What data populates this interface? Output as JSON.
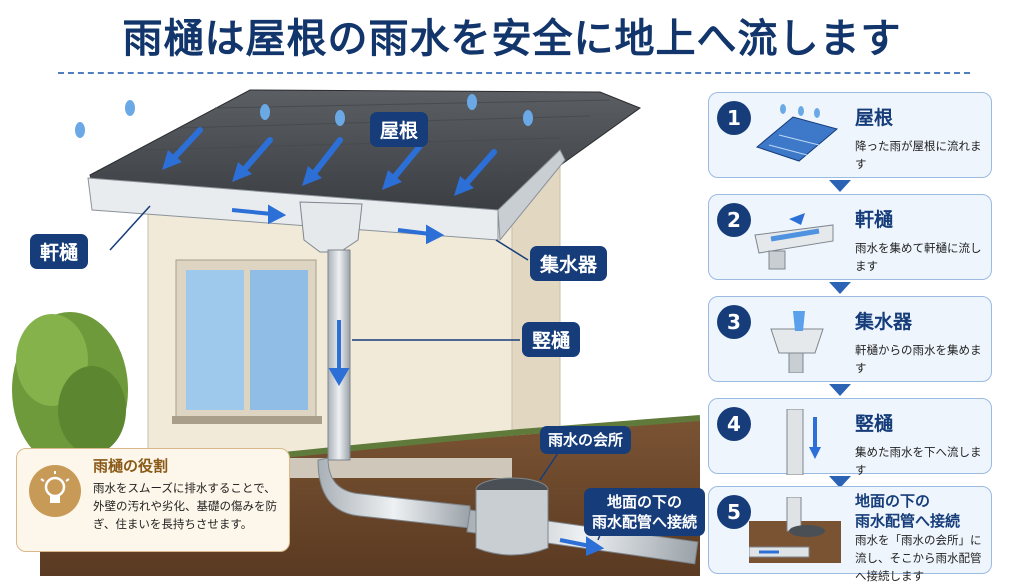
{
  "title": "雨樋は屋根の雨水を安全に地上へ流します",
  "labels": {
    "roof": "屋根",
    "eaves_gutter": "軒樋",
    "collector": "集水器",
    "downspout": "竪樋",
    "catch_basin": "雨水の会所",
    "underground": "地面の下の\n雨水配管へ接続"
  },
  "role": {
    "title": "雨樋の役割",
    "text": "雨水をスムーズに排水することで、外壁の汚れや劣化、基礎の傷みを防ぎ、住まいを長持ちさせます。",
    "icon": "lightbulb-icon"
  },
  "steps": [
    {
      "number": "1",
      "title": "屋根",
      "desc": "降った雨が屋根に流れます",
      "icon": "roof-icon"
    },
    {
      "number": "2",
      "title": "軒樋",
      "desc": "雨水を集めて軒樋に流します",
      "icon": "gutter-icon"
    },
    {
      "number": "3",
      "title": "集水器",
      "desc": "軒樋からの雨水を集めます",
      "icon": "collector-icon"
    },
    {
      "number": "4",
      "title": "竪樋",
      "desc": "集めた雨水を下へ流します",
      "icon": "downspout-icon"
    },
    {
      "number": "5",
      "title": "地面の下の\n雨水配管へ接続",
      "desc": "雨水を「雨水の会所」に流し、そこから雨水配管へ接続します",
      "icon": "pipe-connection-icon"
    }
  ],
  "colors": {
    "navy": "#163d7a",
    "arrow_blue": "#2c63b5",
    "panel_bg": "#eef5fd",
    "panel_border": "#9bbbe3",
    "role_bg": "#fdf6ea"
  }
}
